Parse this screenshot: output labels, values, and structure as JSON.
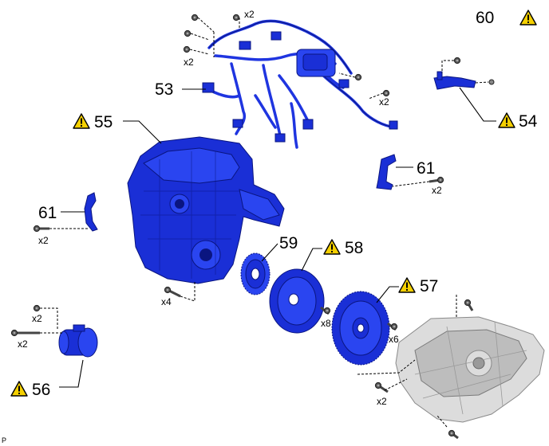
{
  "parts": [
    {
      "id": "p53",
      "number": "53",
      "warning": false
    },
    {
      "id": "p54",
      "number": "54",
      "warning": true
    },
    {
      "id": "p55",
      "number": "55",
      "warning": true
    },
    {
      "id": "p56",
      "number": "56",
      "warning": true
    },
    {
      "id": "p57",
      "number": "57",
      "warning": true
    },
    {
      "id": "p58",
      "number": "58",
      "warning": true
    },
    {
      "id": "p59",
      "number": "59",
      "warning": false
    },
    {
      "id": "p60",
      "number": "60",
      "warning": true
    },
    {
      "id": "p61a",
      "number": "61",
      "warning": false
    },
    {
      "id": "p61b",
      "number": "61",
      "warning": false
    }
  ],
  "quantities": {
    "harness_top_bolts": "x2",
    "harness_left_bolts": "x2",
    "harness_right_bolt": "x2",
    "bracket61_right_bolts": "x2",
    "bracket61_left_bolts": "x2",
    "engine_bolts": "x4",
    "flywheel_bolts": "x8",
    "clutch_bolts": "x6",
    "starter_top_bolt": "x2",
    "starter_long_bolt": "x2",
    "transaxle_bolts": "x2"
  },
  "corner_mark": "P",
  "colors": {
    "component_blue": "#1a2fd6",
    "transaxle_grey": "#dcdcdc",
    "warning_yellow": "#f5d000"
  }
}
